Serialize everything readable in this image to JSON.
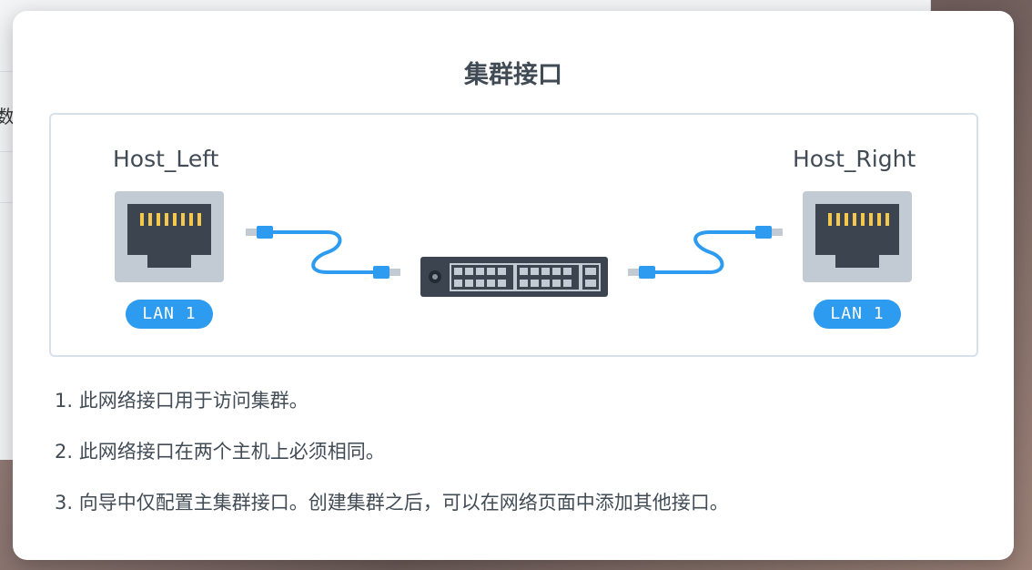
{
  "background": {
    "partial_char": "数"
  },
  "modal": {
    "title": "集群接口",
    "diagram": {
      "left_host": "Host_Left",
      "right_host": "Host_Right",
      "left_lan": "LAN 1",
      "right_lan": "LAN 1"
    },
    "steps": [
      "1. 此网络接口用于访问集群。",
      "2. 此网络接口在两个主机上必须相同。",
      "3. 向导中仅配置主集群接口。创建集群之后，可以在网络页面中添加其他接口。"
    ]
  },
  "colors": {
    "accent": "#2d9bf0",
    "port_gray": "#c2cad3",
    "port_dark": "#3c4450",
    "pins": "#f2c94c",
    "switch_body": "#3c4450",
    "text": "#414b55"
  },
  "icons": {
    "left_port": "ethernet-port-icon",
    "right_port": "ethernet-port-icon",
    "left_cable": "ethernet-cable-icon",
    "right_cable": "ethernet-cable-icon",
    "switch": "network-switch-icon"
  }
}
